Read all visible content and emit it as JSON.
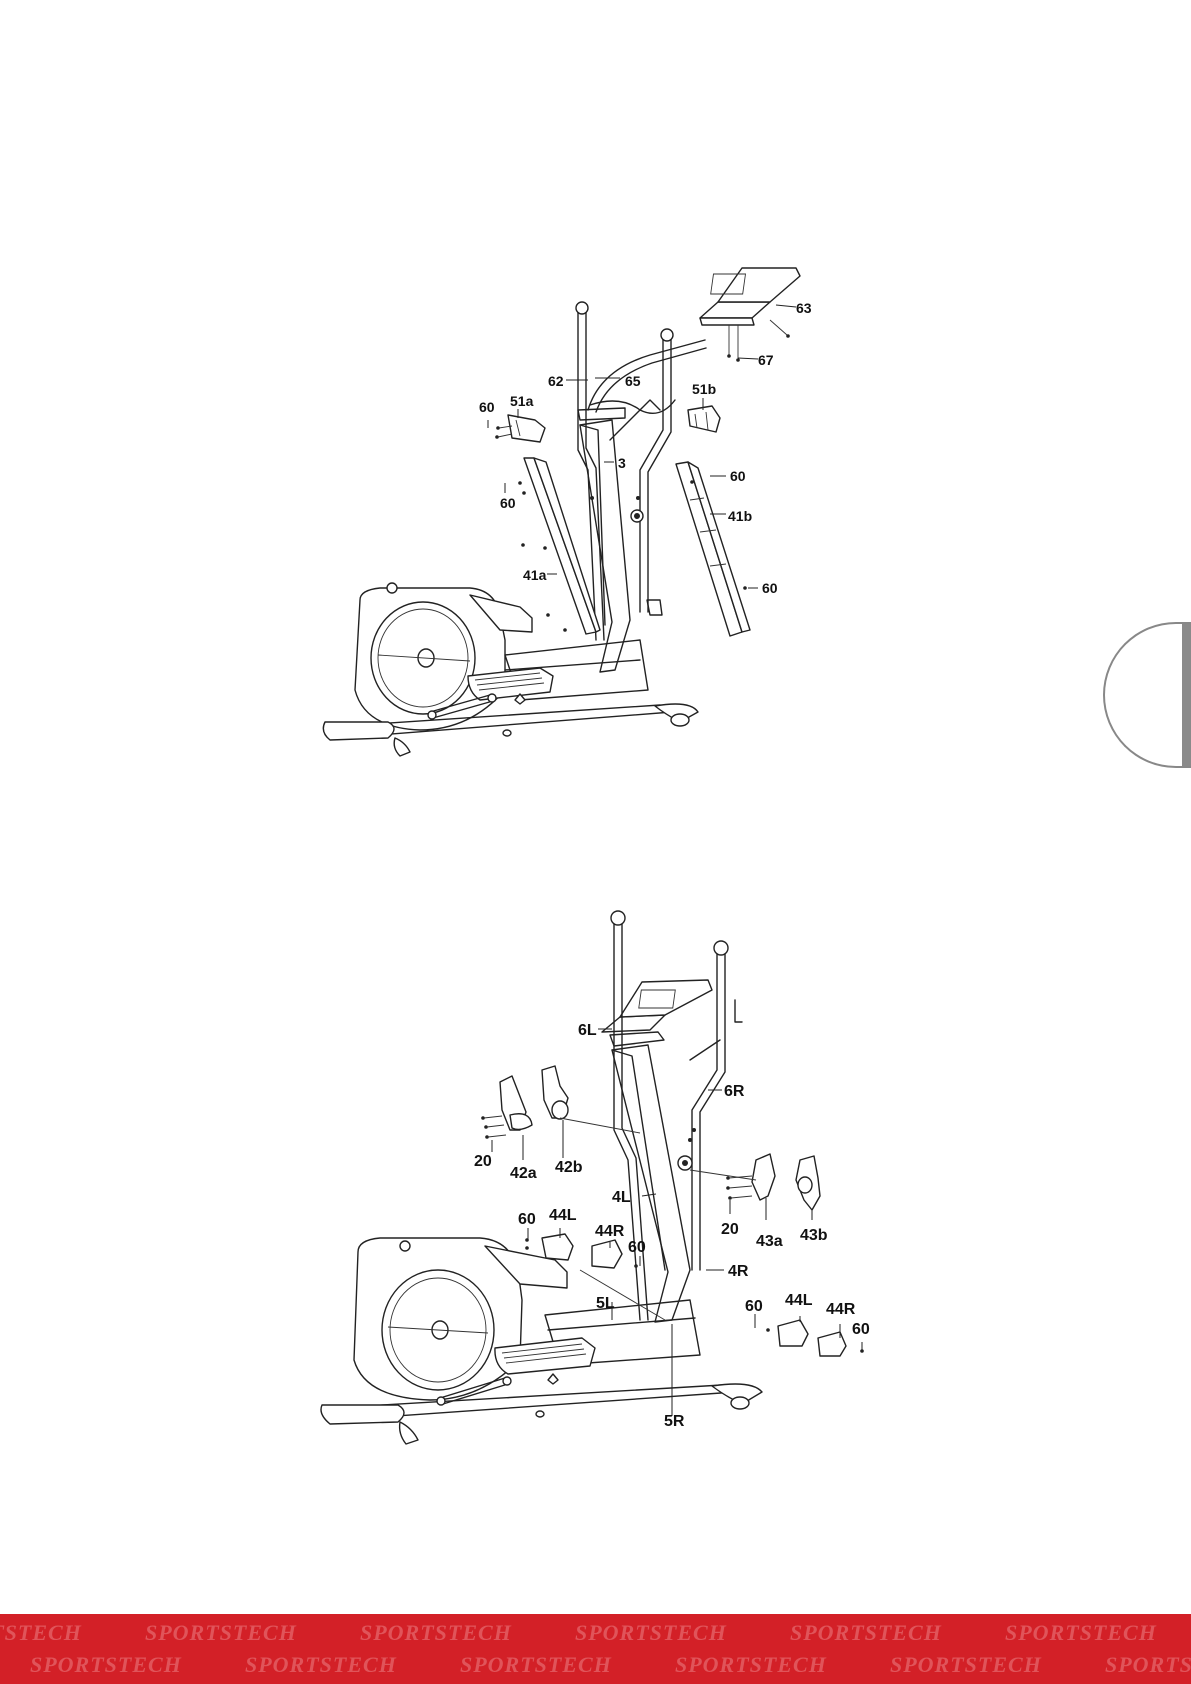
{
  "top_diagram": {
    "callouts": {
      "c63": "63",
      "c67": "67",
      "c62": "62",
      "c65": "65",
      "c51b": "51b",
      "c60a": "60",
      "c51a": "51a",
      "c3": "3",
      "c60b": "60",
      "c60c": "60",
      "c41b": "41b",
      "c41a": "41a",
      "c60d": "60"
    }
  },
  "bottom_diagram": {
    "callouts": {
      "c6L": "6L",
      "c6R": "6R",
      "c20a": "20",
      "c42a": "42a",
      "c42b": "42b",
      "c4L": "4L",
      "c60a": "60",
      "c44La": "44L",
      "c44Ra": "44R",
      "c60b": "60",
      "c20b": "20",
      "c43a": "43a",
      "c43b": "43b",
      "c4R": "4R",
      "c5L": "5L",
      "c60c": "60",
      "c44Lb": "44L",
      "c44Rb": "44R",
      "c60d": "60",
      "c5R": "5R"
    }
  },
  "footer": {
    "brand_row_1": [
      "SPORTSTECH",
      "SPORTSTECH",
      "SPORTSTECH",
      "SPORTSTECH",
      "SPORTSTECH",
      "SPORTSTECH"
    ],
    "brand_row_2": [
      "SPORTSTECH",
      "SPORTSTECH",
      "SPORTSTECH",
      "SPORTSTECH",
      "SPORTSTECH",
      "SPORTSTECH"
    ],
    "brand_color": "#d32027"
  }
}
